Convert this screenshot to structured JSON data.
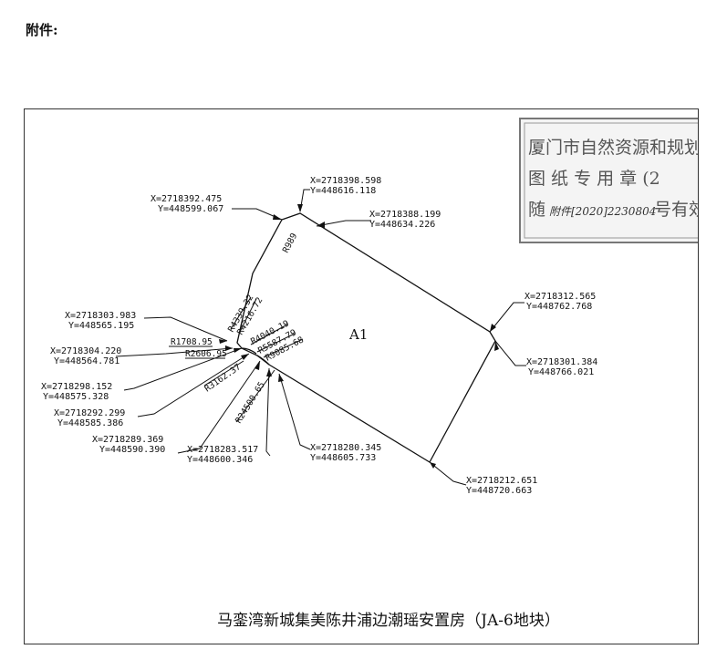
{
  "header": {
    "attachment_label": "附件:"
  },
  "stamp": {
    "line1": "厦门市自然资源和规划局",
    "line2": "图 纸 专 用 章 (2",
    "line3_prefix": "随",
    "line3_hand": "附件[2020]2230804",
    "line3_suffix": "号有效"
  },
  "parcel": {
    "label": "A1"
  },
  "caption": "马銮湾新城集美陈井浦边潮瑶安置房（JA-6地块）",
  "coordinates": [
    {
      "x": "X=2718392.475",
      "y": "Y=448599.067"
    },
    {
      "x": "X=2718398.598",
      "y": "Y=448616.118"
    },
    {
      "x": "X=2718388.199",
      "y": "Y=448634.226"
    },
    {
      "x": "X=2718312.565",
      "y": "Y=448762.768"
    },
    {
      "x": "X=2718301.384",
      "y": "Y=448766.021"
    },
    {
      "x": "X=2718212.651",
      "y": "Y=448720.663"
    },
    {
      "x": "X=2718280.345",
      "y": "Y=448605.733"
    },
    {
      "x": "X=2718283.517",
      "y": "Y=448600.346"
    },
    {
      "x": "X=2718289.369",
      "y": "Y=448590.390"
    },
    {
      "x": "X=2718292.299",
      "y": "Y=448585.386"
    },
    {
      "x": "X=2718298.152",
      "y": "Y=448575.328"
    },
    {
      "x": "X=2718304.220",
      "y": "Y=448564.781"
    },
    {
      "x": "X=2718303.983",
      "y": "Y=448565.195"
    }
  ],
  "radii": [
    "R989",
    "R1708.95",
    "R2606.95",
    "R3162.37",
    "R4040.19",
    "R5587.79",
    "R9085.68",
    "R24500.65",
    "R4339.32",
    "R4216.72"
  ]
}
